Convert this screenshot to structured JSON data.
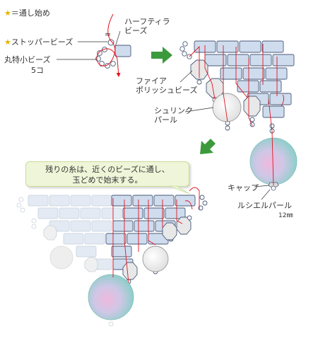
{
  "legend": {
    "start_label": "＝通し始め",
    "stopper_label": "ストッパービーズ"
  },
  "labels": {
    "half_tila": "ハーフティラ\nビーズ",
    "round_seed": "丸特小ビーズ",
    "round_seed_count": "5コ",
    "fire_polish": "ファイア\nポリッシュビーズ",
    "shrink_pearl": "シュリンク\nパール",
    "cap": "キャップ",
    "lucielle_pearl": "ルシエルパール",
    "lucielle_size": "12㎜"
  },
  "callout": {
    "line1": "残りの糸は、近くのビーズに通し、",
    "line2": "玉どめで始末する。"
  },
  "colors": {
    "thread": "#e0141e",
    "arrow": "#3c9a3c",
    "bead_fill": "#cfdcee",
    "bead_stroke": "#4a5a78",
    "pearl_teal": "#8fd3c8",
    "pearl_pink": "#e7b6d6"
  }
}
